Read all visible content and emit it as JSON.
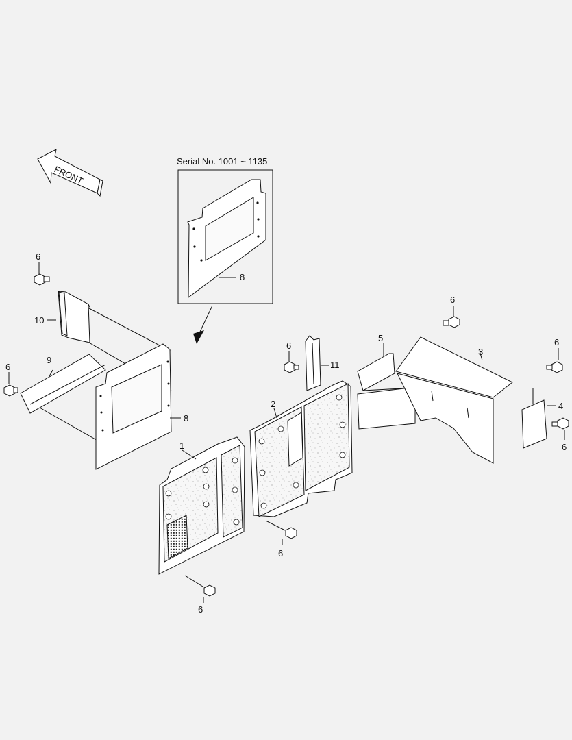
{
  "direction_arrow": {
    "text": "FRONT"
  },
  "inset": {
    "title": "Serial No. 1001 ~ 1135",
    "part_label": "8"
  },
  "callouts": {
    "p1": "1",
    "p2": "2",
    "p3": "3",
    "p4": "4",
    "p5": "5",
    "b6a": "6",
    "b6b": "6",
    "b6c": "6",
    "b6d": "6",
    "b6e": "6",
    "b6f": "6",
    "b6g": "6",
    "b6h": "6",
    "p8": "8",
    "p9": "9",
    "p10": "10",
    "p11": "11"
  },
  "colors": {
    "background": "#f2f2f2",
    "line": "#111111"
  }
}
